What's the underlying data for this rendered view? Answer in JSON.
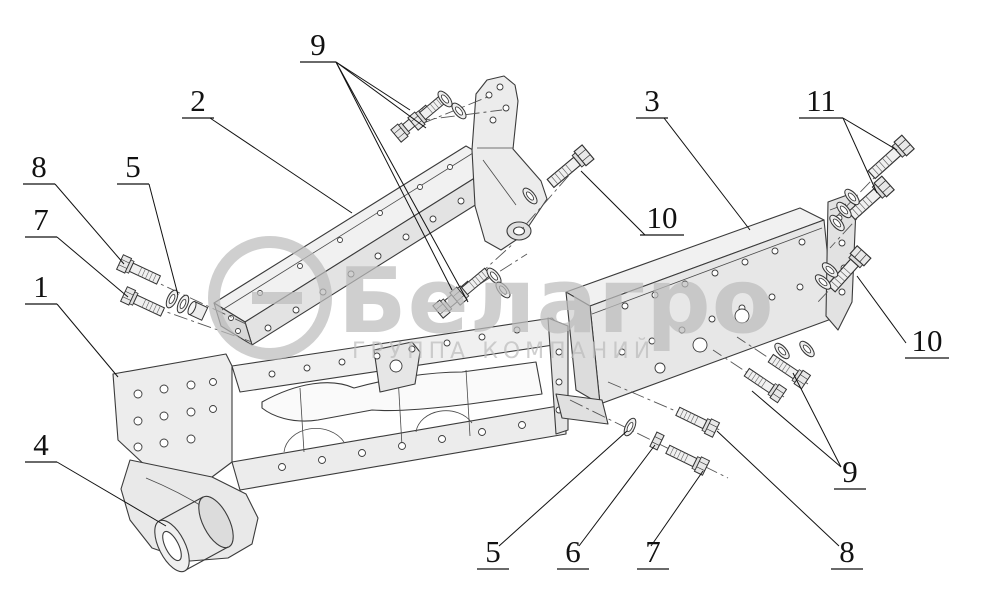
{
  "page": {
    "background": "#ffffff"
  },
  "watermark": {
    "brand": "Белагро",
    "subtitle": "ГРУППА КОМПАНИЙ",
    "color": "#bdbdbd"
  },
  "drawing": {
    "stroke_color": "#3b3b3b",
    "callout_color": "#111111"
  },
  "callouts": [
    {
      "id": "top-bolts",
      "label": "9"
    },
    {
      "id": "left-side-beam",
      "label": "2"
    },
    {
      "id": "right-side-beam",
      "label": "3"
    },
    {
      "id": "right-top-bolts",
      "label": "11"
    },
    {
      "id": "left-bolt-upper",
      "label": "8"
    },
    {
      "id": "left-washers",
      "label": "5"
    },
    {
      "id": "left-bolt-lower",
      "label": "7"
    },
    {
      "id": "middle-bolt",
      "label": "10"
    },
    {
      "id": "front-semi-frame",
      "label": "1"
    },
    {
      "id": "right-bolt",
      "label": "10"
    },
    {
      "id": "bushing",
      "label": "4"
    },
    {
      "id": "right-bottom-bolts",
      "label": "9"
    },
    {
      "id": "bottom-washer",
      "label": "5"
    },
    {
      "id": "bottom-nut",
      "label": "6"
    },
    {
      "id": "bottom-bolt-lower",
      "label": "7"
    },
    {
      "id": "bottom-bolt-upper",
      "label": "8"
    }
  ]
}
